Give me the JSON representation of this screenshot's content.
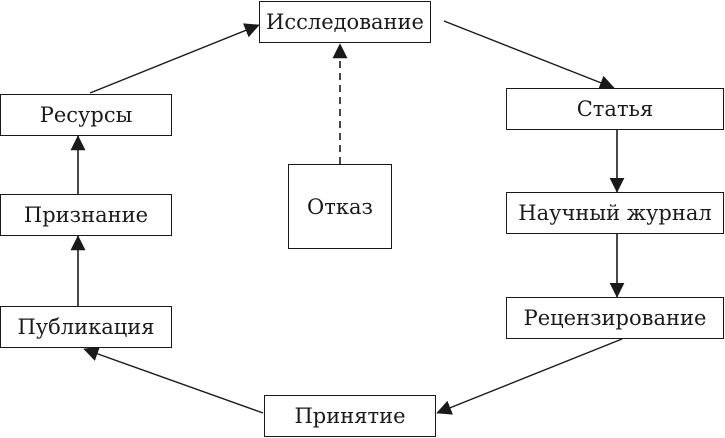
{
  "nodes": {
    "research": "Исследование",
    "article": "Статья",
    "journal": "Научный журнал",
    "review": "Рецензирование",
    "acceptance": "Принятие",
    "publication": "Публикация",
    "recognition": "Признание",
    "resources": "Ресурсы",
    "rejection": "Отказ"
  },
  "edges": [
    {
      "from": "research",
      "to": "article",
      "style": "solid"
    },
    {
      "from": "article",
      "to": "journal",
      "style": "solid"
    },
    {
      "from": "journal",
      "to": "review",
      "style": "solid"
    },
    {
      "from": "review",
      "to": "acceptance",
      "style": "solid"
    },
    {
      "from": "acceptance",
      "to": "publication",
      "style": "solid"
    },
    {
      "from": "publication",
      "to": "recognition",
      "style": "solid"
    },
    {
      "from": "recognition",
      "to": "resources",
      "style": "solid"
    },
    {
      "from": "resources",
      "to": "research",
      "style": "solid"
    },
    {
      "from": "rejection",
      "to": "research",
      "style": "dashed"
    }
  ],
  "colors": {
    "stroke": "#1a1a1a",
    "background": "#ffffff"
  }
}
